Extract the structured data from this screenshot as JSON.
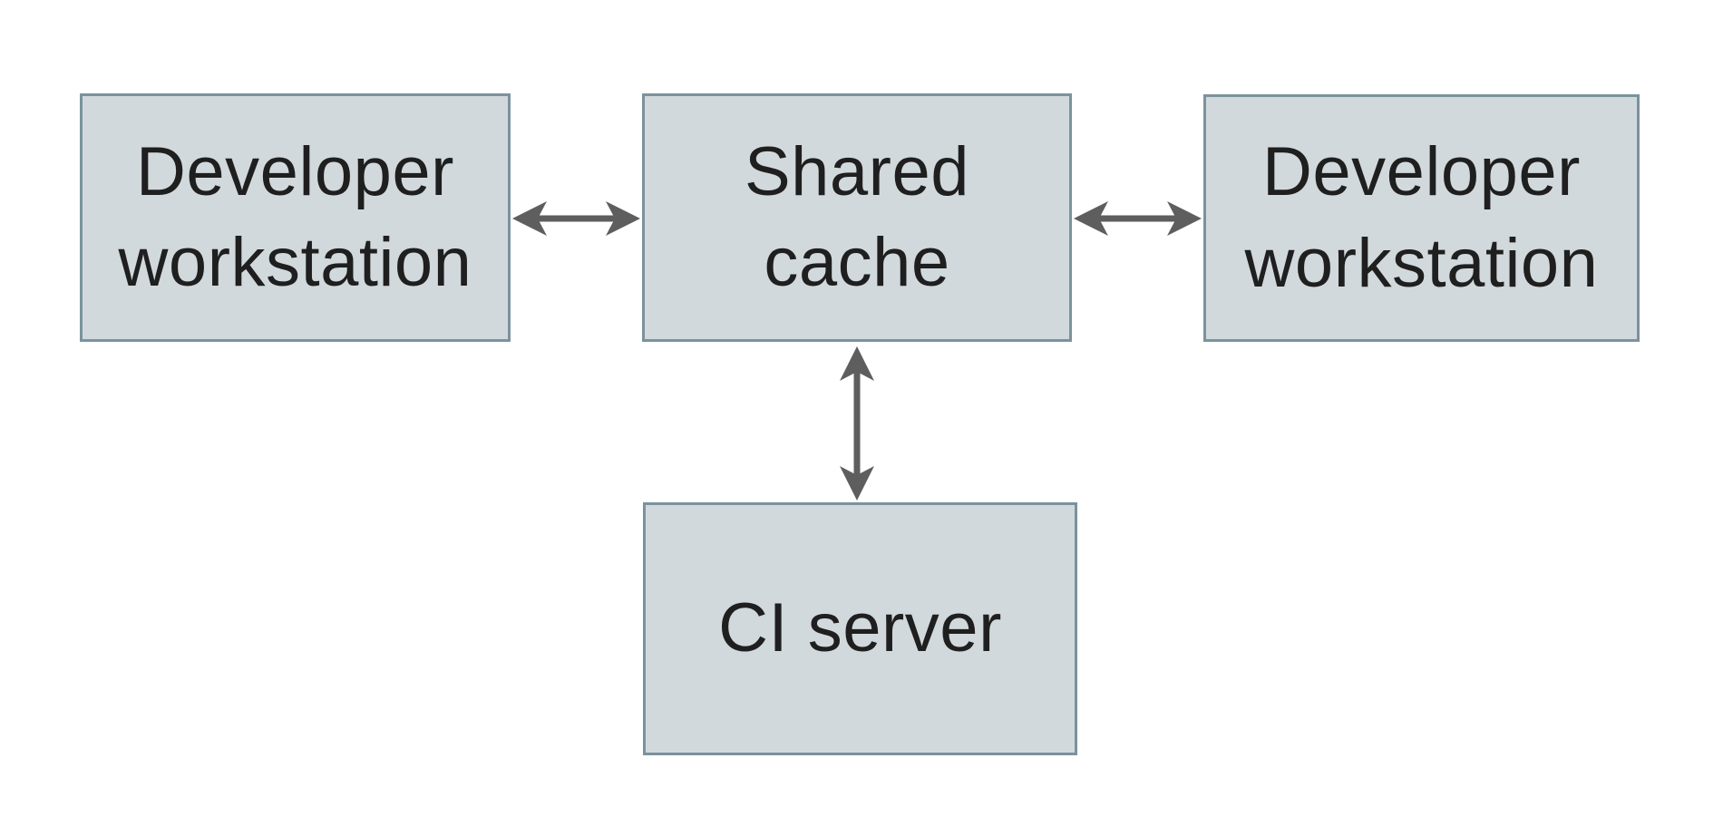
{
  "diagram": {
    "description": "Shared cache topology diagram",
    "nodes": [
      {
        "id": "developer-workstation-left",
        "lines": [
          "Developer",
          "workstation"
        ]
      },
      {
        "id": "shared-cache",
        "lines": [
          "Shared",
          "cache"
        ]
      },
      {
        "id": "developer-workstation-right",
        "lines": [
          "Developer",
          "workstation"
        ]
      },
      {
        "id": "ci-server",
        "lines": [
          "CI server"
        ]
      }
    ],
    "edges": [
      {
        "from": "developer-workstation-left",
        "to": "shared-cache",
        "direction": "bidirectional"
      },
      {
        "from": "developer-workstation-right",
        "to": "shared-cache",
        "direction": "bidirectional"
      },
      {
        "from": "ci-server",
        "to": "shared-cache",
        "direction": "bidirectional"
      }
    ]
  },
  "colors": {
    "background": "#ffffff",
    "box_fill": "#d2d9dc",
    "box_border": "#7b929e",
    "arrow": "#5e5e5e",
    "text": "#1f1f1f"
  }
}
